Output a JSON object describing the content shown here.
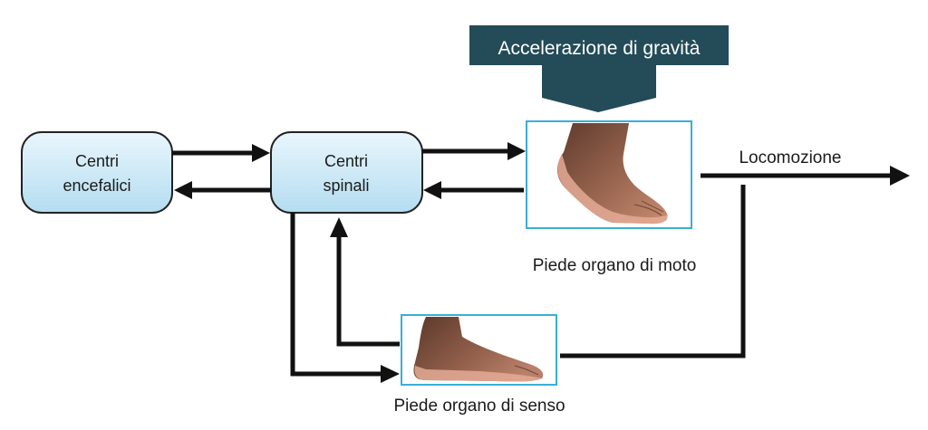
{
  "banner": {
    "label": "Accelerazione di gravità",
    "color": "#234b58"
  },
  "nodes": {
    "brain_centers": {
      "line1": "Centri",
      "line2": "encefalici"
    },
    "spinal_centers": {
      "line1": "Centri",
      "line2": "spinali"
    },
    "foot_motor": {
      "caption": "Piede organo di moto",
      "icon": "foot-tiptoe-photo"
    },
    "foot_sensory": {
      "caption": "Piede organo di senso",
      "icon": "foot-flat-photo"
    }
  },
  "output": {
    "label": "Locomozione"
  },
  "colors": {
    "box_fill_top": "#e9f6fd",
    "box_fill_bottom": "#b4ddf0",
    "box_stroke": "#222222",
    "photo_frame": "#3aaed8",
    "arrow": "#111111",
    "skin": "#b07a5e",
    "skin_dark": "#6e4333",
    "sole": "#e4aa95"
  }
}
